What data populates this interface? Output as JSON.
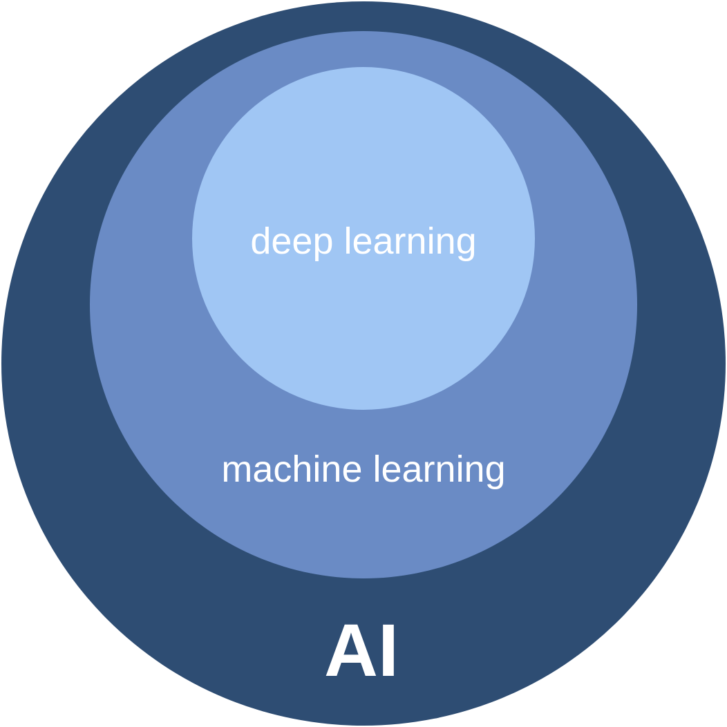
{
  "diagram": {
    "outer": {
      "label": "AI",
      "color": "#2E4D73"
    },
    "middle": {
      "label": "machine learning",
      "color": "#6A8BC5"
    },
    "inner": {
      "label": "deep learning",
      "color": "#A0C6F4"
    }
  }
}
